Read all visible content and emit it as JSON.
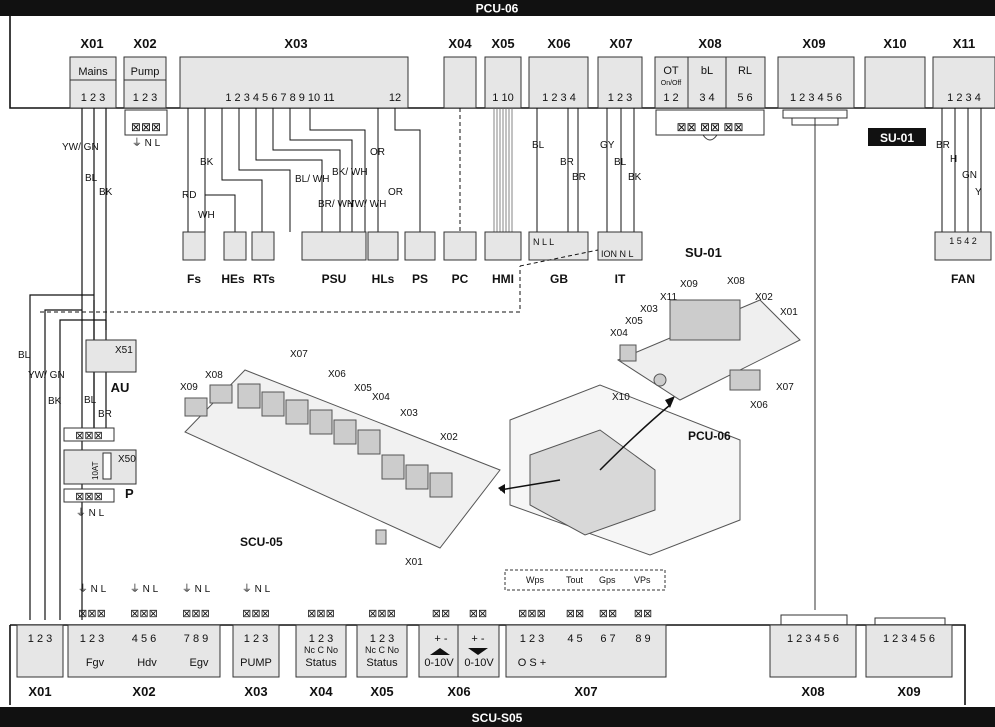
{
  "top_board": {
    "title": "PCU-06",
    "connectors": [
      {
        "id": "X01",
        "label": "Mains",
        "pins": [
          "1 2 3"
        ]
      },
      {
        "id": "X02",
        "label": "Pump",
        "pins": [
          "1 2 3"
        ],
        "terminal": "⏚ N L"
      },
      {
        "id": "X03",
        "label": "",
        "pins": [
          "1 2 3 4 5 6 7 8 9 10 11",
          "12"
        ]
      },
      {
        "id": "X04",
        "label": "",
        "pins": []
      },
      {
        "id": "X05",
        "label": "",
        "pins": [
          "1 10"
        ]
      },
      {
        "id": "X06",
        "label": "",
        "pins": [
          "1 2 3 4"
        ]
      },
      {
        "id": "X07",
        "label": "",
        "pins": [
          "1 2 3"
        ]
      },
      {
        "id": "X08",
        "label": "",
        "groups": [
          {
            "name": "OT",
            "sub": "On/Off",
            "pins": "1 2"
          },
          {
            "name": "bL",
            "pins": "3 4"
          },
          {
            "name": "RL",
            "pins": "5 6"
          }
        ]
      },
      {
        "id": "X09",
        "label": "",
        "pins": [
          "1 2 3 4 5 6"
        ]
      },
      {
        "id": "X10",
        "label": "",
        "sub_box": "SU-01"
      },
      {
        "id": "X11",
        "label": "",
        "pins": [
          "1 2 3 4"
        ]
      }
    ]
  },
  "bottom_board": {
    "title": "SCU-S05",
    "connectors": [
      {
        "id": "X01",
        "pins": "1 2 3"
      },
      {
        "id": "X02",
        "terminals": [
          "⏚ N L",
          "⏚ N L",
          "⏚ N L"
        ],
        "pins": [
          "1 2 3",
          "4 5 6",
          "7 8 9"
        ],
        "sub": [
          "Fgv",
          "Hdv",
          "Egv"
        ]
      },
      {
        "id": "X03",
        "terminals": [
          "⏚ N L"
        ],
        "pins": [
          "1 2 3"
        ],
        "sub": [
          "PUMP"
        ]
      },
      {
        "id": "X04",
        "pins": [
          "1 2 3"
        ],
        "sub1": "Nc C No",
        "sub": [
          "Status"
        ]
      },
      {
        "id": "X05",
        "pins": [
          "1 2 3"
        ],
        "sub1": "Nc C No",
        "sub": [
          "Status"
        ]
      },
      {
        "id": "X06",
        "pins": [
          "+ -",
          "+ -"
        ],
        "sub": [
          "0-10V",
          "0-10V"
        ]
      },
      {
        "id": "X07",
        "pins": [
          "1 2 3",
          "4 5",
          "6 7",
          "8 9"
        ],
        "sub": [
          "O S +",
          "",
          ""
        ],
        "tags": [
          "Wps",
          "Tout",
          "Gps",
          "VPs"
        ]
      },
      {
        "id": "X08",
        "pins": "1 2 3 4 5 6"
      },
      {
        "id": "X09",
        "pins": "1 2 3 4 5 6"
      }
    ]
  },
  "devices": [
    "Fs",
    "HEs",
    "RTs",
    "PSU",
    "HLs",
    "PS",
    "PC",
    "HMI",
    "GB",
    "IT",
    "FAN"
  ],
  "device_pins": {
    "GB": "N    L L",
    "IT": "ION  N L",
    "FAN": "1 5 4 2"
  },
  "wires": {
    "mains": [
      "YW/ GN",
      "BL",
      "BK"
    ],
    "x03": [
      "RD",
      "BK",
      "WH",
      "BL/ WH",
      "BK/ WH",
      "BR/ WH",
      "YW/ WH",
      "OR",
      "OR"
    ],
    "x06": [
      "BL",
      "BR",
      "BR"
    ],
    "x07": [
      "GY",
      "BL",
      "BK"
    ],
    "x11": [
      "BR",
      "H",
      "GN",
      "Y"
    ],
    "left": [
      "BL",
      "YW/ GN",
      "BK"
    ],
    "au": [
      "BL",
      "BR"
    ]
  },
  "au": {
    "label": "AU",
    "relay": "X51"
  },
  "pump": {
    "label": "P",
    "fuse": "10AT",
    "conn": "X50",
    "terminal": "⏚ N L"
  },
  "scu_callouts": [
    "X09",
    "X08",
    "X07",
    "X06",
    "X05",
    "X04",
    "X03",
    "X02",
    "X01",
    "SCU-05"
  ],
  "pcu_callouts": {
    "title": "SU-01",
    "labels": [
      "X09",
      "X08",
      "X11",
      "X02",
      "X03",
      "X01",
      "X05",
      "X04",
      "X10",
      "X07",
      "X06",
      "PCU-06"
    ]
  }
}
